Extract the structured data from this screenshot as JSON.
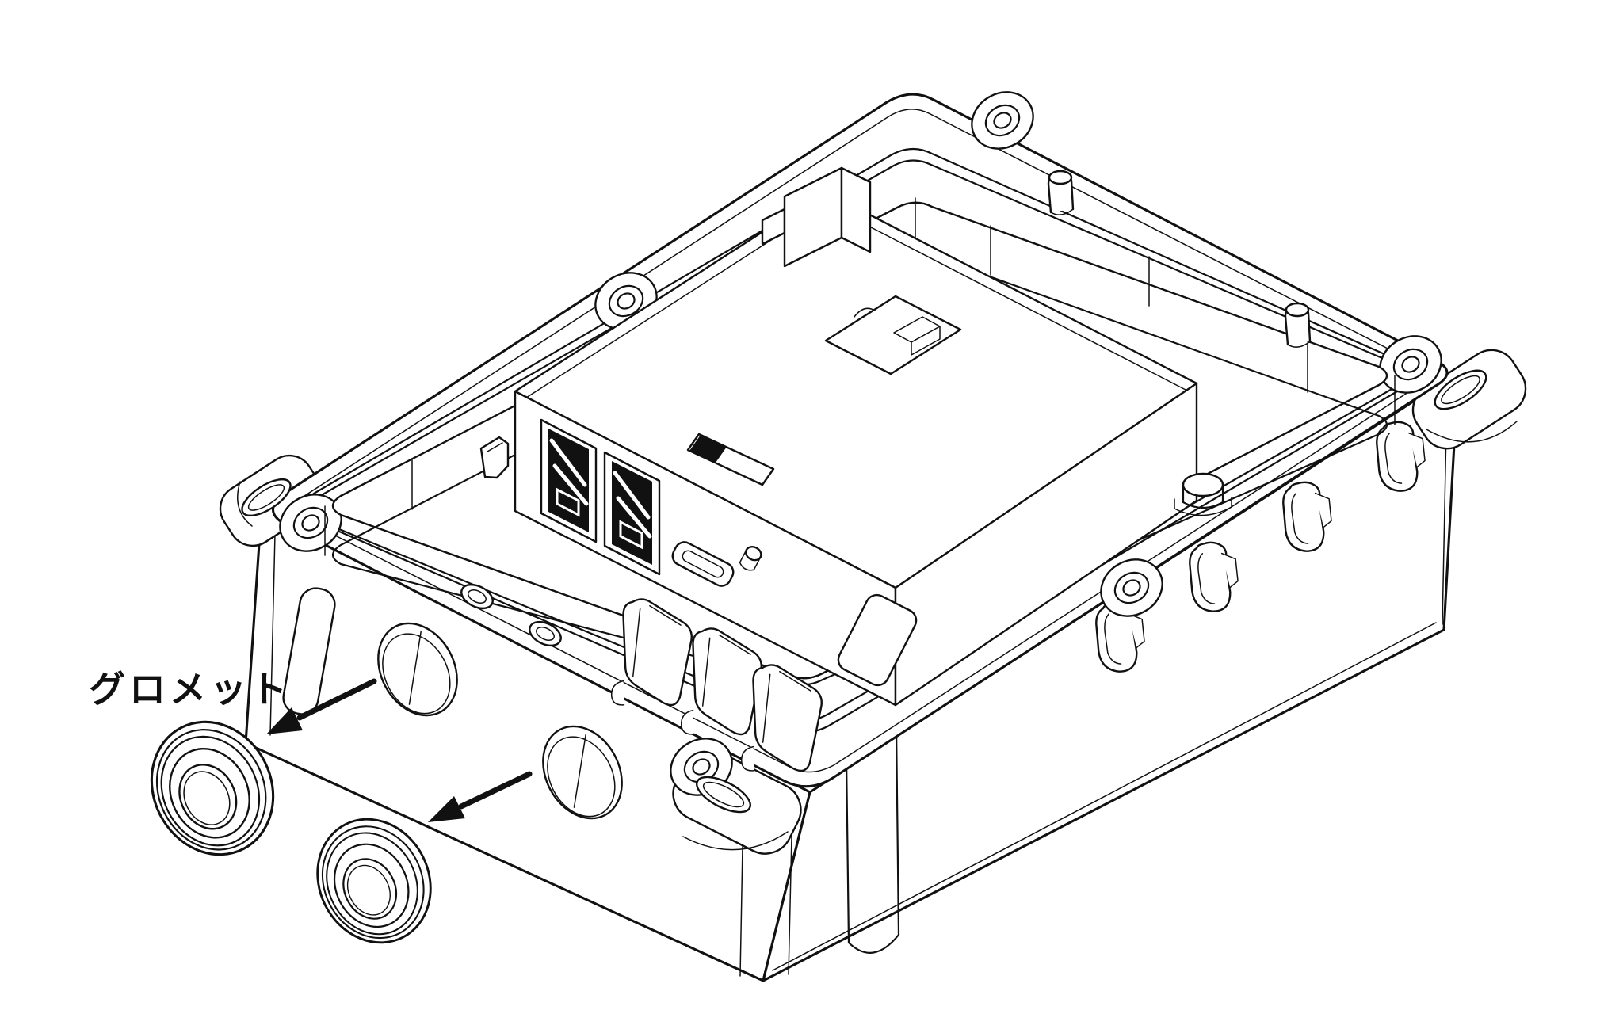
{
  "page": {
    "background_color": "#ffffff"
  },
  "diagram": {
    "type": "isometric-technical-line-drawing",
    "subject": "electronics-enclosure-base-with-grommets",
    "line_color": "#111111",
    "annotation": {
      "label_text": "グロメット",
      "arrow_color": "#111111",
      "arrows": [
        {
          "name": "grommet-arrow-1",
          "points_to": "grommet-1"
        },
        {
          "name": "grommet-arrow-2",
          "points_to": "grommet-2"
        }
      ]
    },
    "parts": {
      "enclosure": "enclosure-base-tray",
      "flange_features": [
        "mounting-ear-left",
        "mounting-ear-right",
        "mounting-ear-front",
        "gasket-groove",
        "screw-bosses"
      ],
      "module_ports": [
        "rj45-port-1",
        "rj45-port-2",
        "micro-usb-port",
        "reset-button"
      ],
      "wall_features": [
        "grommet-hole-1",
        "grommet-hole-2",
        "cable-tie-hooks"
      ],
      "grommets": [
        "grommet-1",
        "grommet-2"
      ]
    }
  }
}
